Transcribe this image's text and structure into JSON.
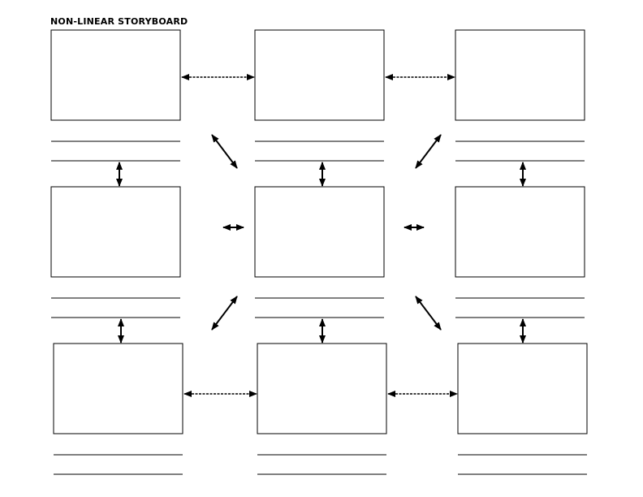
{
  "page": {
    "title": "NON-LINEAR STORYBOARD"
  },
  "storyboard": {
    "rows": 3,
    "columns": 3,
    "frames": [
      {
        "id": "top-left",
        "caption_lines": 2
      },
      {
        "id": "top-center",
        "caption_lines": 2
      },
      {
        "id": "top-right",
        "caption_lines": 2
      },
      {
        "id": "middle-left",
        "caption_lines": 2
      },
      {
        "id": "middle-center",
        "caption_lines": 2
      },
      {
        "id": "middle-right",
        "caption_lines": 2
      },
      {
        "id": "bottom-left",
        "caption_lines": 2
      },
      {
        "id": "bottom-center",
        "caption_lines": 2
      },
      {
        "id": "bottom-right",
        "caption_lines": 2
      }
    ],
    "connections": [
      "top-left <-> top-center",
      "top-center <-> top-right",
      "top-left <-> middle-left",
      "top-center <-> middle-center",
      "top-right <-> middle-right",
      "top-left <-> middle-center",
      "top-right <-> middle-center",
      "middle-left <-> middle-center",
      "middle-center <-> middle-right",
      "middle-left <-> bottom-left",
      "middle-center <-> bottom-center",
      "middle-right <-> bottom-right",
      "bottom-left <-> middle-center",
      "bottom-right <-> middle-center",
      "bottom-left <-> bottom-center",
      "bottom-center <-> bottom-right"
    ],
    "colors": {
      "line": "#000000",
      "background": "#ffffff"
    }
  }
}
